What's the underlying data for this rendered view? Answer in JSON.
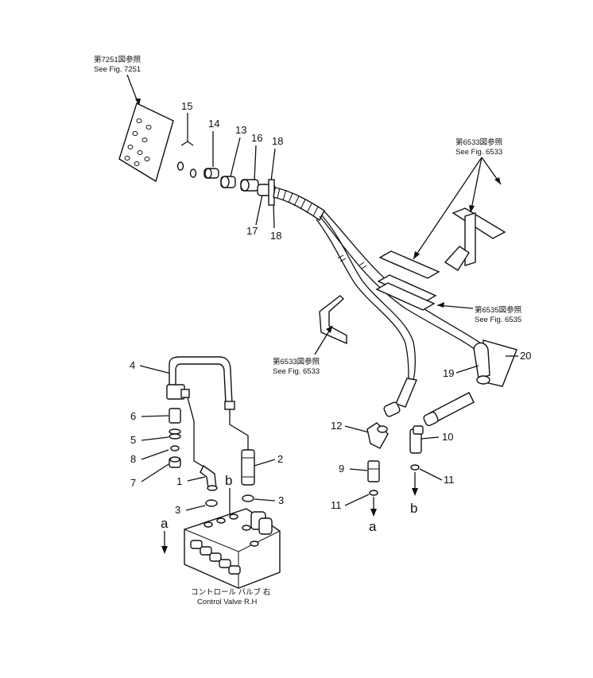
{
  "references": {
    "fig7251": {
      "jp": "第7251図参照",
      "en": "See Fig. 7251"
    },
    "fig6533_top": {
      "jp": "第6533図参照",
      "en": "See Fig. 6533"
    },
    "fig6535": {
      "jp": "第6535図参照",
      "en": "See Fig. 6535"
    },
    "fig6533_mid": {
      "jp": "第6533図参照",
      "en": "See Fig. 6533"
    }
  },
  "parts": {
    "p1": "1",
    "p2": "2",
    "p3a": "3",
    "p3b": "3",
    "p4": "4",
    "p5": "5",
    "p6": "6",
    "p7": "7",
    "p8": "8",
    "p9": "9",
    "p10": "10",
    "p11a": "11",
    "p11b": "11",
    "p12": "12",
    "p13": "13",
    "p14": "14",
    "p15": "15",
    "p16": "16",
    "p17": "17",
    "p18a": "18",
    "p18b": "18",
    "p19": "19",
    "p20": "20"
  },
  "connections": {
    "a_left": "a",
    "b_left": "b",
    "a_right": "a",
    "b_right": "b"
  },
  "caption": {
    "jp": "コントロール バルブ 右",
    "en": "Control Valve R.H"
  }
}
